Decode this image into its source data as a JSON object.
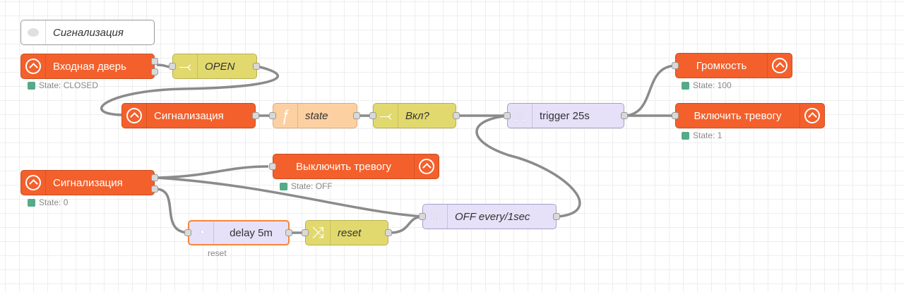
{
  "comment": {
    "label": "Сигнализация"
  },
  "nodes": {
    "door": {
      "label": "Входная дверь",
      "status": "State: CLOSED"
    },
    "open": {
      "label": "OPEN"
    },
    "alarm_out": {
      "label": "Сигнализация"
    },
    "state": {
      "label": "state"
    },
    "on": {
      "label": "Вкл?"
    },
    "trigger": {
      "label": "trigger 25s"
    },
    "volume": {
      "label": "Громкость",
      "status": "State: 100"
    },
    "alarm_on": {
      "label": "Включить тревогу",
      "status": "State: 1"
    },
    "alarm_off": {
      "label": "Выключить тревогу",
      "status": "State: OFF"
    },
    "alarm_in": {
      "label": "Сигнализация",
      "status": "State: 0"
    },
    "delay": {
      "label": "delay 5m",
      "sublabel": "reset"
    },
    "reset": {
      "label": "reset"
    },
    "every": {
      "label": "OFF every/1sec"
    }
  },
  "colors": {
    "ha_node": "#f3602c",
    "switch_node": "#e2d96e",
    "function_node": "#fdd0a2",
    "trigger_node": "#e6e0f8",
    "wire": "#8b8b8b",
    "status_ok": "#55aa88"
  },
  "icons": {
    "ha": "home-assistant-icon",
    "switch": "switch-icon",
    "function": "function-icon",
    "trigger": "trigger-icon",
    "delay": "timer-icon",
    "change": "shuffle-icon",
    "comment": "comment-icon"
  }
}
